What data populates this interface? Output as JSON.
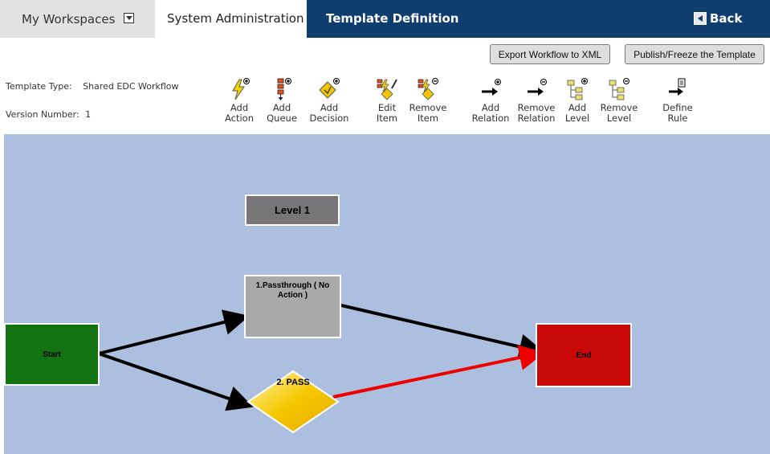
{
  "tabs": {
    "workspaces": "My Workspaces",
    "admin": "System Administration",
    "template_definition": "Template Definition",
    "back": "Back"
  },
  "actions": {
    "export": "Export Workflow to XML",
    "publish": "Publish/Freeze the Template"
  },
  "meta": {
    "template_type_label": "Template Type:",
    "template_type_value": "Shared EDC Workflow",
    "version_label": "Version Number:",
    "version_value": "1"
  },
  "toolbar": [
    {
      "label": "Add\nAction",
      "icon": "add-action-icon"
    },
    {
      "label": "Add\nQueue",
      "icon": "add-queue-icon"
    },
    {
      "label": "Add\nDecision",
      "icon": "add-decision-icon"
    },
    {
      "label": "Edit\nItem",
      "icon": "edit-item-icon"
    },
    {
      "label": "Remove\nItem",
      "icon": "remove-item-icon"
    },
    {
      "label": "Add\nRelation",
      "icon": "add-relation-icon"
    },
    {
      "label": "Remove\nRelation",
      "icon": "remove-relation-icon"
    },
    {
      "label": "Add\nLevel",
      "icon": "add-level-icon"
    },
    {
      "label": "Remove\nLevel",
      "icon": "remove-level-icon"
    },
    {
      "label": "Define\nRule",
      "icon": "define-rule-icon"
    }
  ],
  "workflow": {
    "level": "Level 1",
    "action_node": "1.Passthrough ( No Action )",
    "decision_node": "2. PASS",
    "start": "Start",
    "end": "End"
  },
  "colors": {
    "header": "#0f3d6e",
    "canvas": "#adbfde",
    "start": "#137312",
    "end": "#c90808",
    "decision": "#f5c400",
    "fail_relation": "#ee0000"
  }
}
